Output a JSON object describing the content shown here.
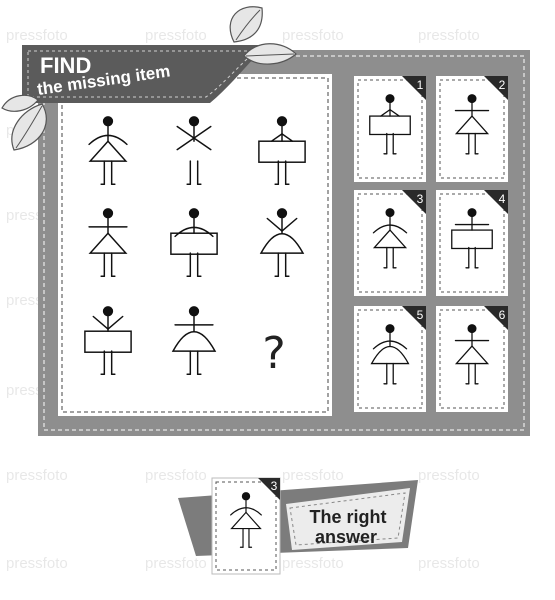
{
  "title": {
    "line1": "FIND",
    "line2": "the missing item"
  },
  "grid": {
    "cells": [
      [
        "arch",
        "x-arms",
        "sign"
      ],
      [
        "flat-triangle",
        "arch-sign",
        "up-dome"
      ],
      [
        "up-sign",
        "flat-dome",
        null
      ]
    ],
    "missing_symbol": "?"
  },
  "options": [
    {
      "number": "1",
      "figure": "sign-plain"
    },
    {
      "number": "2",
      "figure": "flat-triangle"
    },
    {
      "number": "3",
      "figure": "arch-triangle"
    },
    {
      "number": "4",
      "figure": "flat-sign"
    },
    {
      "number": "5",
      "figure": "arch-dome"
    },
    {
      "number": "6",
      "figure": "flat-triangle"
    }
  ],
  "answer": {
    "number": "3",
    "figure": "arch-triangle",
    "line1": "The right",
    "line2": "answer"
  },
  "watermark": "pressfoto"
}
